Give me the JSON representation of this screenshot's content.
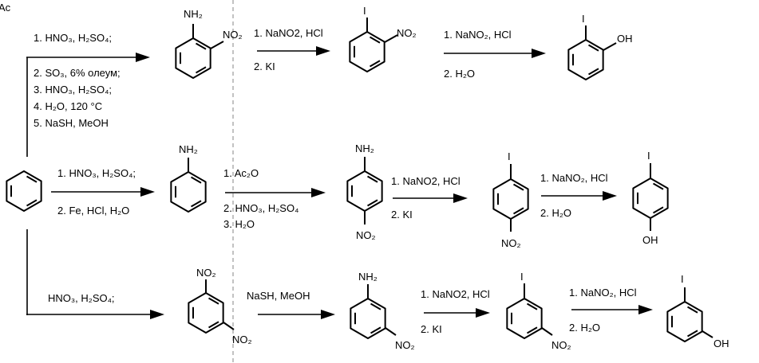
{
  "header": {
    "corner_label": "Ac"
  },
  "route1": {
    "step1": {
      "reagents": [
        "1. HNO₃, H₂SO₄;",
        "2. SO₃, 6% олеум;",
        "3. HNO₃, H₂SO₄;",
        "4. H₂O, 120 °C",
        "5. NaSH, MeOH"
      ]
    },
    "product1": {
      "sub1": "NH₂",
      "sub2": "NO₂"
    },
    "step2": {
      "reagents": [
        "1. NaNO2, HCl",
        "2. KI"
      ]
    },
    "product2": {
      "sub1": "I",
      "sub2": "NO₂"
    },
    "step3": {
      "reagents": [
        "1. NaNO₂, HCl",
        "2. H₂O"
      ]
    },
    "product3": {
      "sub1": "I",
      "sub2": "OH"
    }
  },
  "route2": {
    "step1": {
      "reagents": [
        "1. HNO₃, H₂SO₄;",
        "2. Fe, HCl, H₂O"
      ]
    },
    "product1": {
      "sub1": "NH₂"
    },
    "step2": {
      "reagents": [
        "1. Ac₂O",
        "2. HNO₃, H₂SO₄",
        "3. H₂O"
      ]
    },
    "product2": {
      "sub1": "NH₂",
      "sub2": "NO₂"
    },
    "step3": {
      "reagents": [
        "1. NaNO2, HCl",
        "2. KI"
      ]
    },
    "product3": {
      "sub1": "I",
      "sub2": "NO₂"
    },
    "step4": {
      "reagents": [
        "1. NaNO₂, HCl",
        "2. H₂O"
      ]
    },
    "product4": {
      "sub1": "I",
      "sub2": "OH"
    }
  },
  "route3": {
    "step1": {
      "reagents": [
        "HNO₃, H₂SO₄;"
      ]
    },
    "product1": {
      "sub1": "NO₂",
      "sub2": "NO₂"
    },
    "step2": {
      "reagents": [
        "NaSH, MeOH"
      ]
    },
    "product2": {
      "sub1": "NH₂",
      "sub2": "NO₂"
    },
    "step3": {
      "reagents": [
        "1. NaNO2, HCl",
        "2. KI"
      ]
    },
    "product3": {
      "sub1": "I",
      "sub2": "NO₂"
    },
    "step4": {
      "reagents": [
        "1. NaNO₂, HCl",
        "2. H₂O"
      ]
    },
    "product4": {
      "sub1": "I",
      "sub2": "OH"
    }
  }
}
